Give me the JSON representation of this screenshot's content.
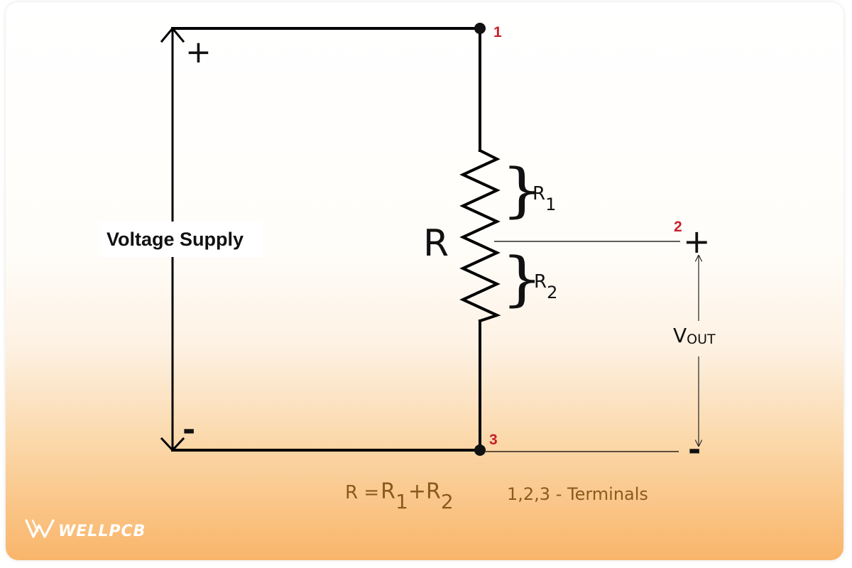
{
  "diagram": {
    "supply_label": "Voltage Supply",
    "supply_plus": "+",
    "supply_minus": "-",
    "resistor_label": "R",
    "r1_label": "R",
    "r1_sub": "1",
    "r2_label": "R",
    "r2_sub": "2",
    "terminal_1": "1",
    "terminal_2": "2",
    "terminal_3": "3",
    "out_plus": "+",
    "out_minus": "-",
    "vout_main": "V",
    "vout_sub": "OUT",
    "formula": {
      "lhs": "R =",
      "r1": "R",
      "r1_sub": "1",
      "plus": "+",
      "r2": "R",
      "r2_sub": "2"
    },
    "terminals_note": "1,2,3 - Terminals"
  },
  "brand": {
    "name": "WELLPCB",
    "logo_icon": "wellpcb-logo-icon"
  },
  "colors": {
    "wire": "#000000",
    "terminal_label": "#c8202a",
    "formula_text": "#8a5a1c",
    "gradient_bottom": "#f9b56a"
  }
}
